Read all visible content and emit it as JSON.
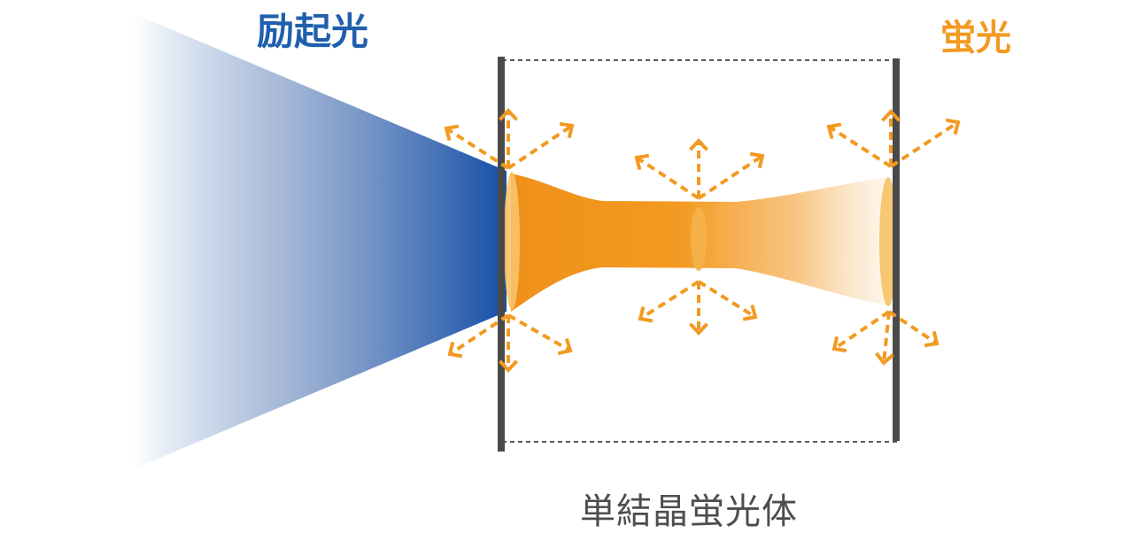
{
  "labels": {
    "excitation_light": "励起光",
    "fluorescence": "蛍光",
    "single_crystal_phosphor": "単結晶蛍光体"
  },
  "colors": {
    "excitation": "#1f5fae",
    "fluorescence": "#f29a21",
    "crystal_caption": "#4d4d4d",
    "crystal_walls": "#4a4a4a"
  }
}
